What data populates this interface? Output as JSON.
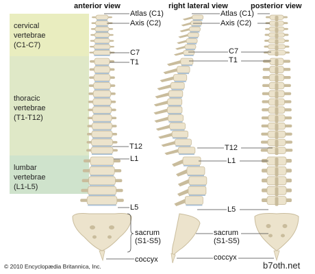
{
  "views": {
    "anterior": "anterior view",
    "lateral": "right lateral view",
    "posterior": "posterior view"
  },
  "regions": {
    "cervical": [
      "cervical",
      "vertebrae",
      "(C1-C7)"
    ],
    "thoracic": [
      "thoracic",
      "vertebrae",
      "(T1-T12)"
    ],
    "lumbar": [
      "lumbar",
      "vertebrae",
      "(L1-L5)"
    ]
  },
  "region_colors": {
    "cervical": "#e9edbf",
    "thoracic": "#dfe8c7",
    "lumbar": "#cfe3cc"
  },
  "labels": {
    "center": {
      "atlas": "Atlas (C1)",
      "axis": "Axis (C2)",
      "c7": "C7",
      "t1": "T1",
      "t12": "T12",
      "l1": "L1",
      "l5": "L5",
      "sacrum": [
        "sacrum",
        "(S1-S5)"
      ],
      "coccyx": "coccyx"
    },
    "right": {
      "atlas": "Atlas (C1)",
      "axis": "Axis (C2)",
      "c7": "C7",
      "t1": "T1",
      "t12": "T12",
      "l1": "L1",
      "l5": "L5",
      "sacrum": [
        "sacrum",
        "(S1-S5)"
      ],
      "coccyx": "coccyx"
    }
  },
  "footer": {
    "copyright": "© 2010 Encyclopædia Britannica, Inc.",
    "watermark": "b7oth.net"
  },
  "colors": {
    "bone": "#ece3cc",
    "bone_shade": "#c9bc9c",
    "disc": "#a9c0d6",
    "leader": "#444444"
  }
}
